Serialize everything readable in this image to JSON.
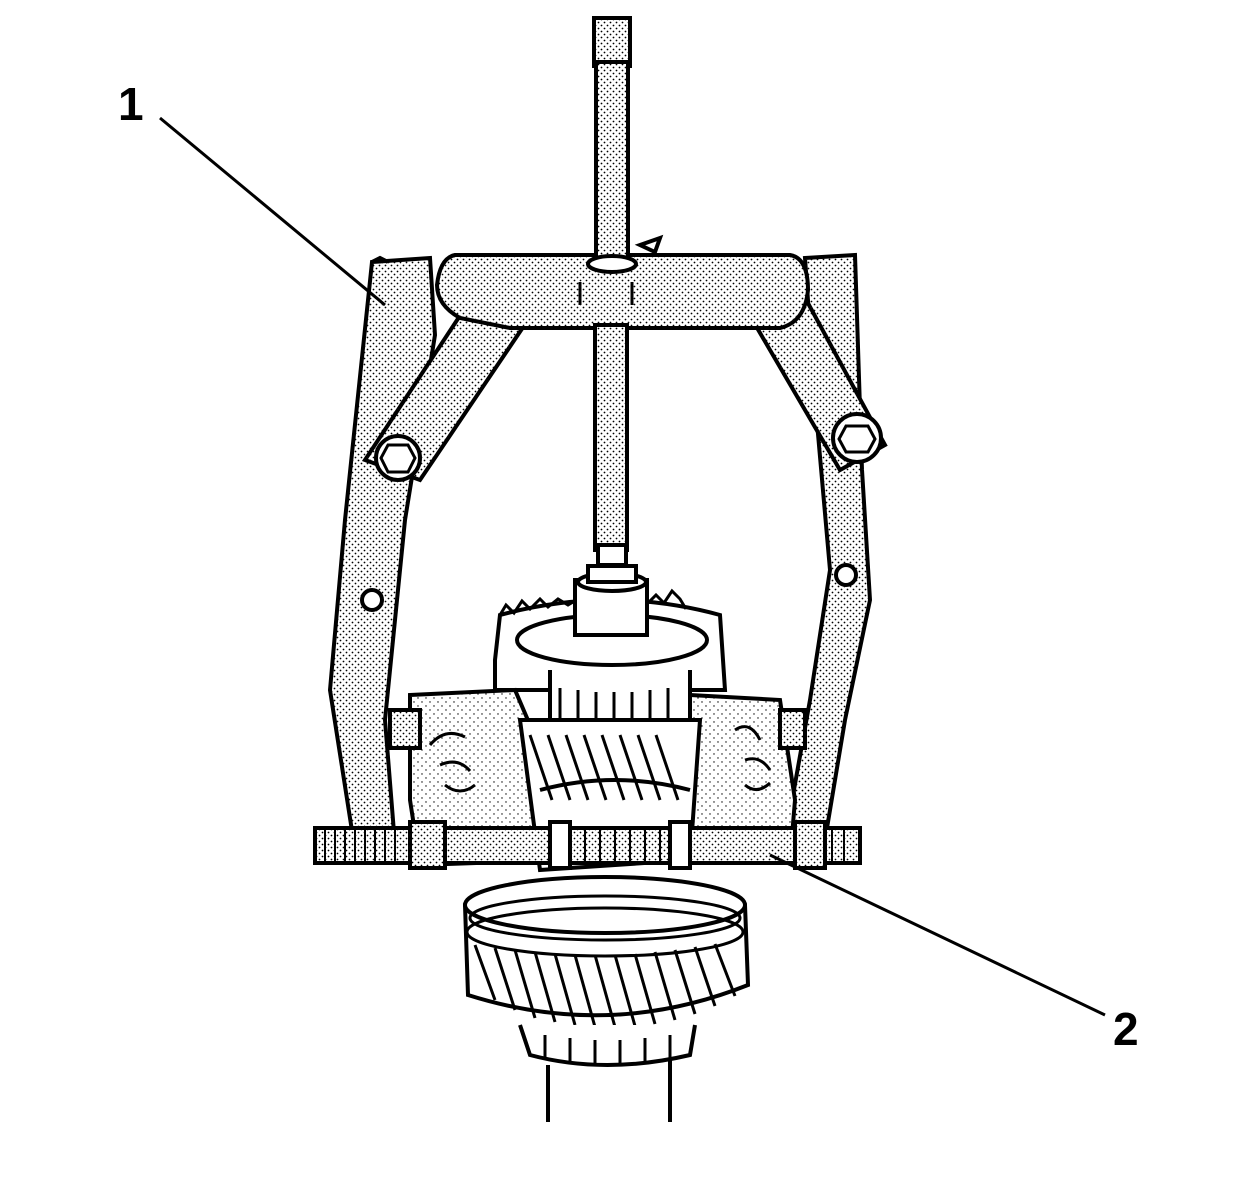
{
  "callouts": [
    {
      "id": "1",
      "label": "1"
    },
    {
      "id": "2",
      "label": "2"
    }
  ],
  "colors": {
    "ink": "#000000",
    "paper": "#ffffff",
    "metal_tone": "#d9d9d9"
  }
}
